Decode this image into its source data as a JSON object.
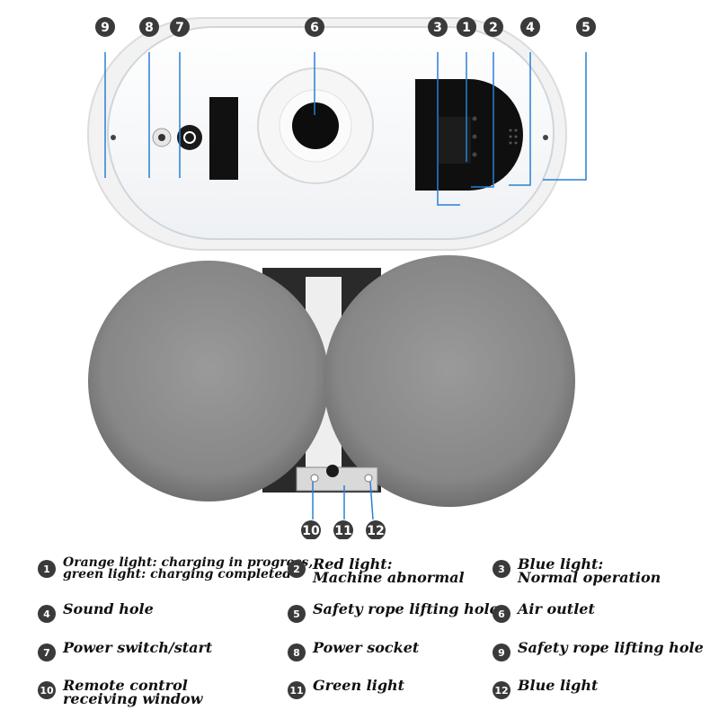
{
  "callouts": {
    "top": [
      "9",
      "8",
      "7",
      "6",
      "3",
      "1",
      "2",
      "4",
      "5"
    ],
    "bottom": [
      "10",
      "11",
      "12"
    ]
  },
  "colors": {
    "badge": "#3a3a3a",
    "body_white": "#ffffff",
    "pad_gray": "#8c8c8c",
    "callout_line": "#2a7fd6"
  },
  "legend": [
    {
      "num": "1",
      "text": "Orange light: charging in progress,\ngreen light: charging completed"
    },
    {
      "num": "2",
      "text": "Red light:\nMachine abnormal"
    },
    {
      "num": "3",
      "text": "Blue light:\nNormal operation"
    },
    {
      "num": "4",
      "text": "Sound hole"
    },
    {
      "num": "5",
      "text": "Safety rope lifting hole"
    },
    {
      "num": "6",
      "text": "Air outlet"
    },
    {
      "num": "7",
      "text": "Power switch/start"
    },
    {
      "num": "8",
      "text": "Power socket"
    },
    {
      "num": "9",
      "text": "Safety rope lifting hole"
    },
    {
      "num": "10",
      "text": "Remote control\nreceiving window"
    },
    {
      "num": "11",
      "text": "Green light"
    },
    {
      "num": "12",
      "text": "Blue light"
    }
  ]
}
